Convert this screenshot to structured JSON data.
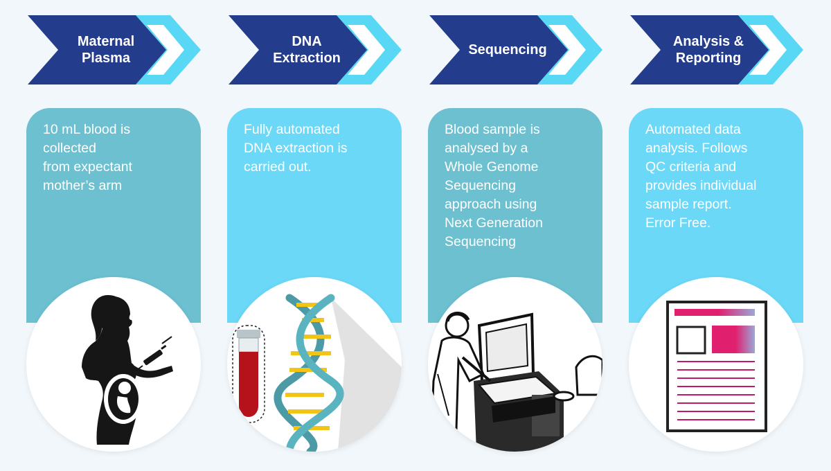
{
  "colors": {
    "chevron_dark": "#243c8c",
    "chevron_light": "#58d8f4",
    "card_teal": "#6cc0d0",
    "card_cyan": "#6bd8f7",
    "magenta": "#e0206e",
    "background": "#f1f7fb"
  },
  "steps": [
    {
      "title": "Maternal\nPlasma",
      "description": "10 mL blood is\ncollected\nfrom expectant\nmother’s arm",
      "icon": "pregnant-woman-syringe-icon"
    },
    {
      "title": "DNA\nExtraction",
      "description": "Fully automated\nDNA extraction is\ncarried out.",
      "icon": "blood-tube-dna-helix-icon"
    },
    {
      "title": "Sequencing",
      "description": "Blood sample is\nanalysed by a\nWhole Genome\nSequencing\napproach using\nNext Generation\nSequencing",
      "icon": "lab-sequencer-icon"
    },
    {
      "title": "Analysis &\nReporting",
      "description": "Automated data\nanalysis. Follows\nQC criteria and\nprovides individual\nsample report.\nError Free.",
      "icon": "report-document-icon"
    }
  ]
}
